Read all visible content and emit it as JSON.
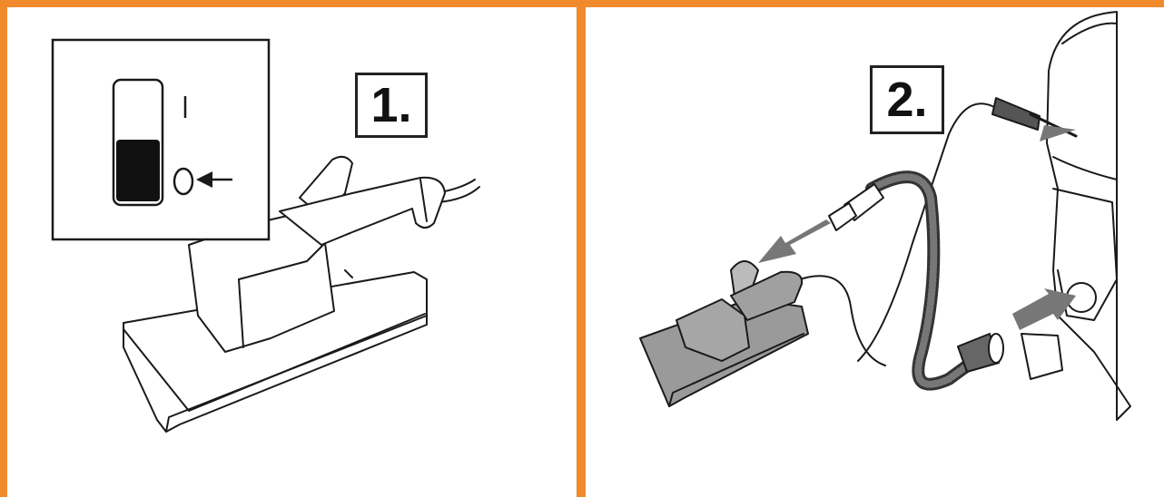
{
  "panels": [
    {
      "step_label": "1.",
      "switch": {
        "on_symbol": "|",
        "off_symbol": "O",
        "position": "off"
      }
    },
    {
      "step_label": "2."
    }
  ],
  "colors": {
    "border": "#f08a2a",
    "line": "#1a1a1a",
    "tool_fill": "#9a9a9a",
    "arrow_fill": "#777777"
  },
  "icons": [
    "rocker-switch-icon",
    "arrow-left-icon",
    "arrow-icon",
    "plug-icon",
    "hose-icon",
    "nozzle-icon"
  ]
}
